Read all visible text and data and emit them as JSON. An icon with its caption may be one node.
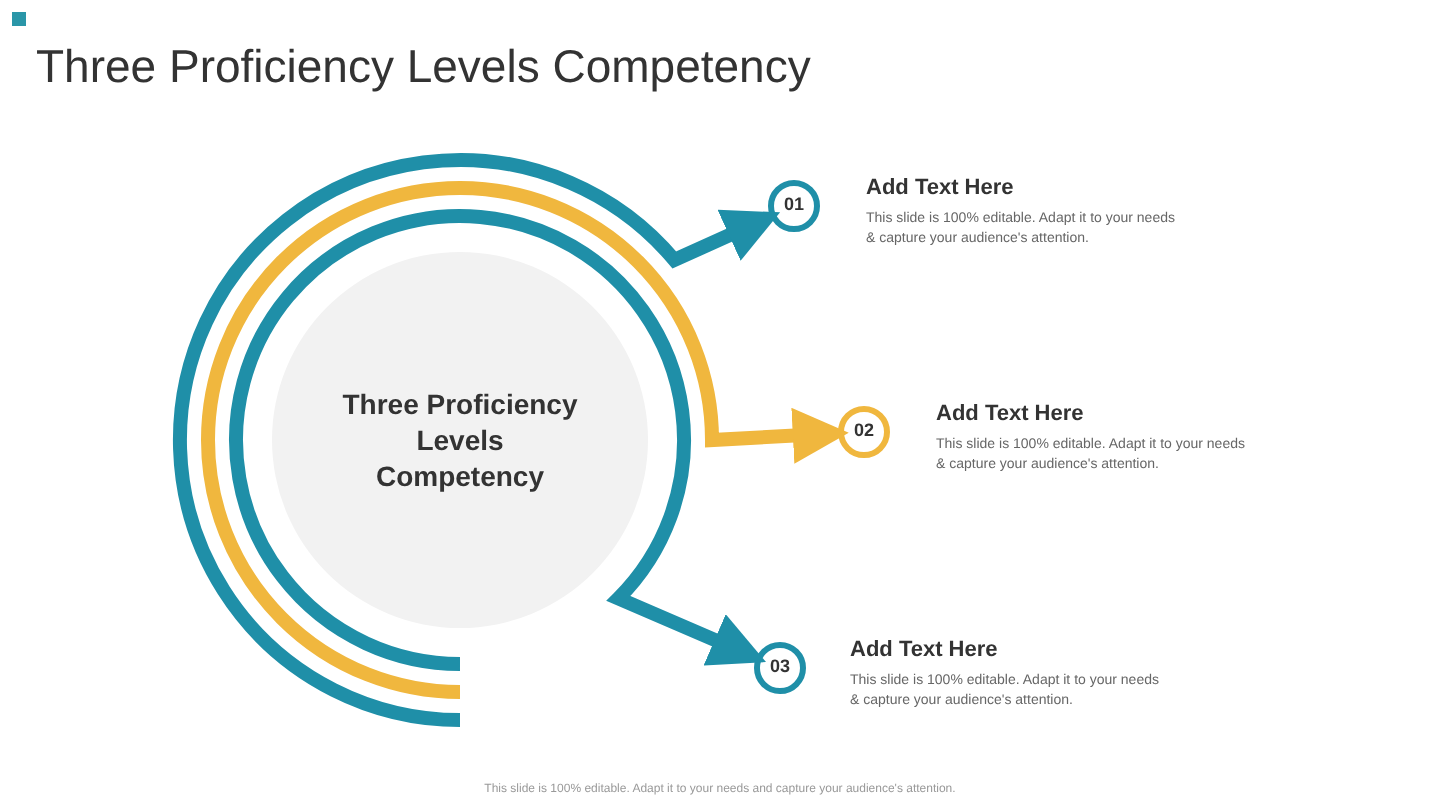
{
  "diagram": {
    "title": "Three Proficiency Levels Competency",
    "nodes": [
      {
        "text": [
          "Three Proficiency Levels Competency"
        ]
      },
      {
        "text": [
          "01"
        ],
        "beside": [
          "Add Text Here",
          "This slide is 100% editable. Adapt it to your needs & capture your audience's attention."
        ]
      },
      {
        "text": [
          "02"
        ],
        "beside": [
          "Add Text Here",
          "This slide is 100% editable. Adapt it to your needs & capture your audience's attention."
        ]
      },
      {
        "text": [
          "03"
        ],
        "beside": [
          "Add Text Here",
          "This slide is 100% editable. Adapt it to your needs & capture your audience's attention."
        ]
      }
    ],
    "edges": [
      {
        "from": null,
        "to": 1,
        "arrow": "to"
      },
      {
        "from": null,
        "to": 2,
        "arrow": "to",
        "color": "#f0b73e"
      },
      {
        "from": null,
        "to": 3,
        "arrow": "to"
      }
    ],
    "labels": [
      "This slide is 100% editable. Adapt it to your needs and capture your audience's attention."
    ]
  }
}
